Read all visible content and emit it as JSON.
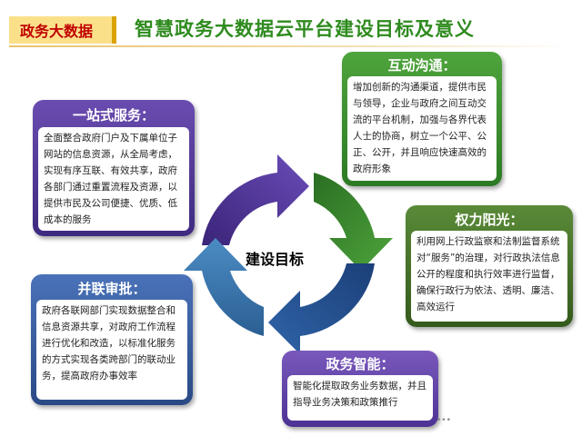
{
  "header": {
    "tag": "政务大数据",
    "title": "智慧政务大数据云平台建设目标及意义"
  },
  "center": "建设目标",
  "cards": {
    "one_stop": {
      "title": "一站式服务：",
      "text": "全面整合政府门户及下属单位子网站的信息资源，从全局考虑，实现有序互联、有效共享，政府各部门通过重置流程及资源，以提供市民及公司便捷、优质、低成本的服务",
      "color": "#5b3a9c"
    },
    "interaction": {
      "title": "互动沟通：",
      "text": "增加创新的沟通渠道，提供市民与领导，企业与政府之间互动交流的平台机制，加强与各界代表人士的协商，树立一个公平、公正、公开，并且响应快速高效的政府形象",
      "color": "#3f9a3a"
    },
    "power_sunshine": {
      "title": "权力阳光：",
      "text": "利用网上行政监察和法制监督系统对“服务”的治理，对行政执法信息公开的程度和执行效率进行监督，确保行政行为依法、透明、廉洁、高效运行",
      "color": "#466f26"
    },
    "parallel_approval": {
      "title": "并联审批：",
      "text": "政府各联网部门实现数据整合和信息资源共享，对政府工作流程进行优化和改造，以标准化服务的方式实现各类跨部门的联动业务，提高政府办事效率",
      "color": "#34579a"
    },
    "intelligence": {
      "title": "政务智能：",
      "text": "智能化提取政务业务数据，并且指导业务决策和政策推行",
      "color": "#6a44a8"
    }
  },
  "cycle_colors": [
    "#4a2f8c",
    "#2f7d2a",
    "#1f4f8a",
    "#3a7aa8"
  ],
  "decoration": {
    "dots_icon": "dots-icon"
  }
}
